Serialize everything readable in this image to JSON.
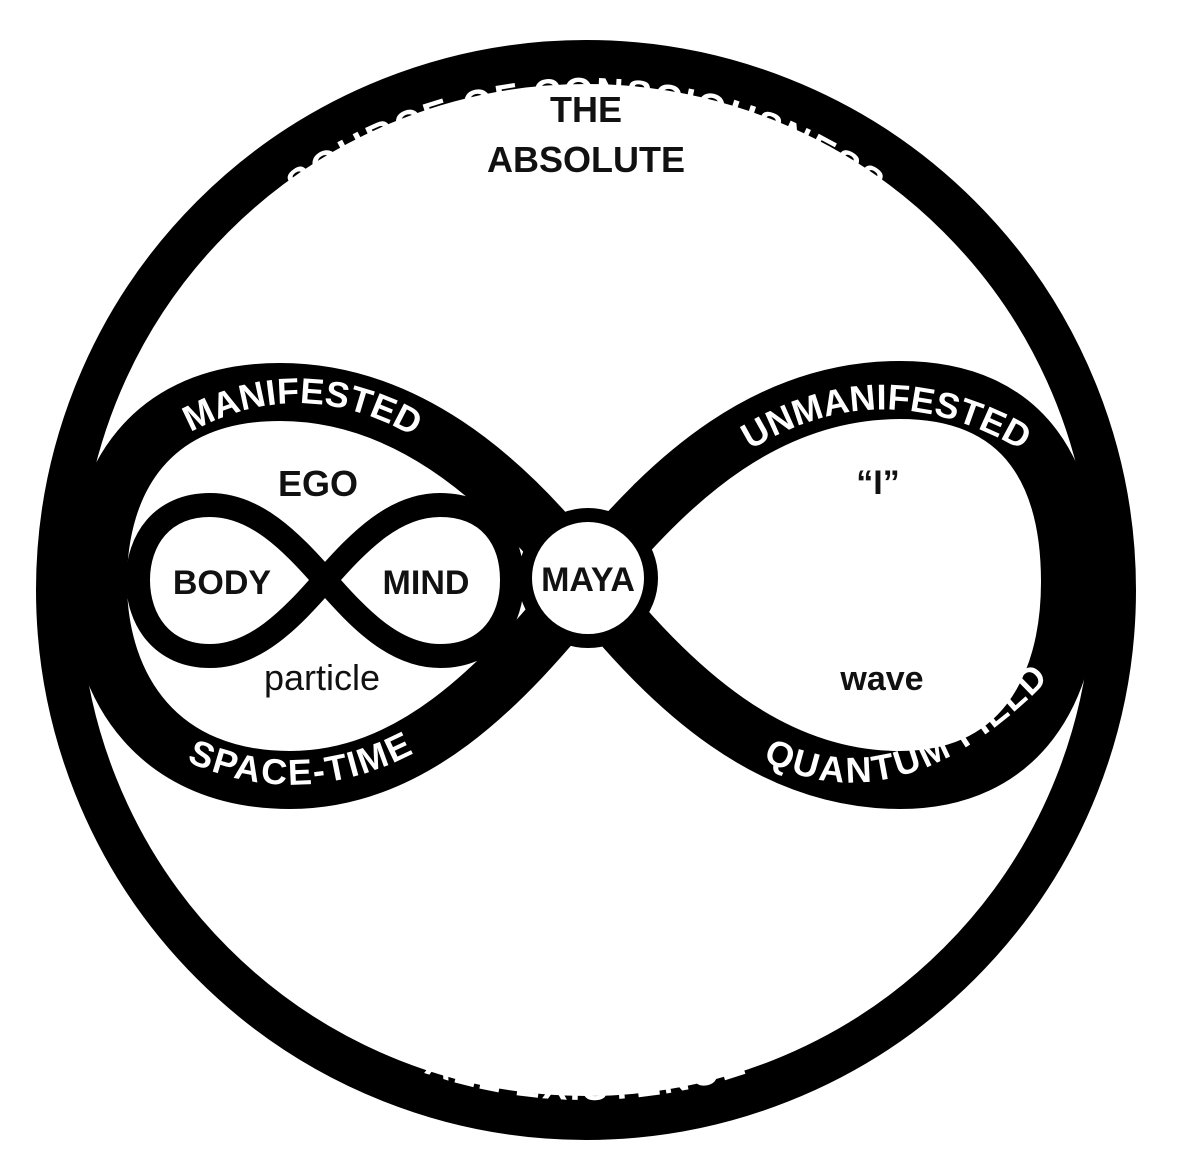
{
  "outer_ring": {
    "top_label": "SOURCE OF CONSCIOUSNESS",
    "bottom_label": "ALL EXISTENCE"
  },
  "center_title": {
    "line1": "THE",
    "line2": "ABSOLUTE"
  },
  "left_loop": {
    "top_label": "MANIFESTED",
    "bottom_label": "SPACE-TIME",
    "inner_top": "EGO",
    "inner_bottom": "particle"
  },
  "right_loop": {
    "top_label": "UNMANIFESTED",
    "bottom_label": "QUANTUM FIELD",
    "inner_top": "“I”",
    "inner_bottom": "wave"
  },
  "small_infinity": {
    "left_label": "BODY",
    "right_label": "MIND"
  },
  "center_node": {
    "label": "MAYA"
  },
  "colors": {
    "stroke": "#000000",
    "background": "#ffffff",
    "ring_text": "#ffffff"
  }
}
